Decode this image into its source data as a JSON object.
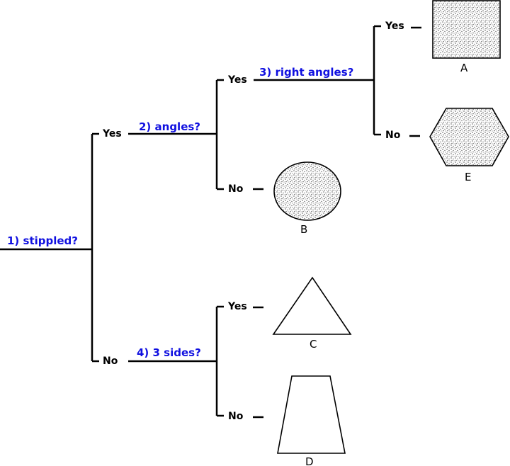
{
  "questions": {
    "q1": "1) stippled?",
    "q2": "2) angles?",
    "q3": "3) right angles?",
    "q4": "4) 3 sides?"
  },
  "answers": {
    "q1_yes": "Yes",
    "q1_no": "No",
    "q2_yes": "Yes",
    "q2_no": "No",
    "q3_yes": "Yes",
    "q3_no": "No",
    "q4_yes": "Yes",
    "q4_no": "No"
  },
  "leaves": {
    "a": {
      "label": "A",
      "shape": "square",
      "fill": "stippled"
    },
    "b": {
      "label": "B",
      "shape": "circle",
      "fill": "stippled"
    },
    "c": {
      "label": "C",
      "shape": "triangle",
      "fill": "none"
    },
    "d": {
      "label": "D",
      "shape": "trapezoid",
      "fill": "none"
    },
    "e": {
      "label": "E",
      "shape": "hexagon",
      "fill": "stippled"
    }
  },
  "colors": {
    "question_text": "#1010e0",
    "lines": "#000000"
  }
}
